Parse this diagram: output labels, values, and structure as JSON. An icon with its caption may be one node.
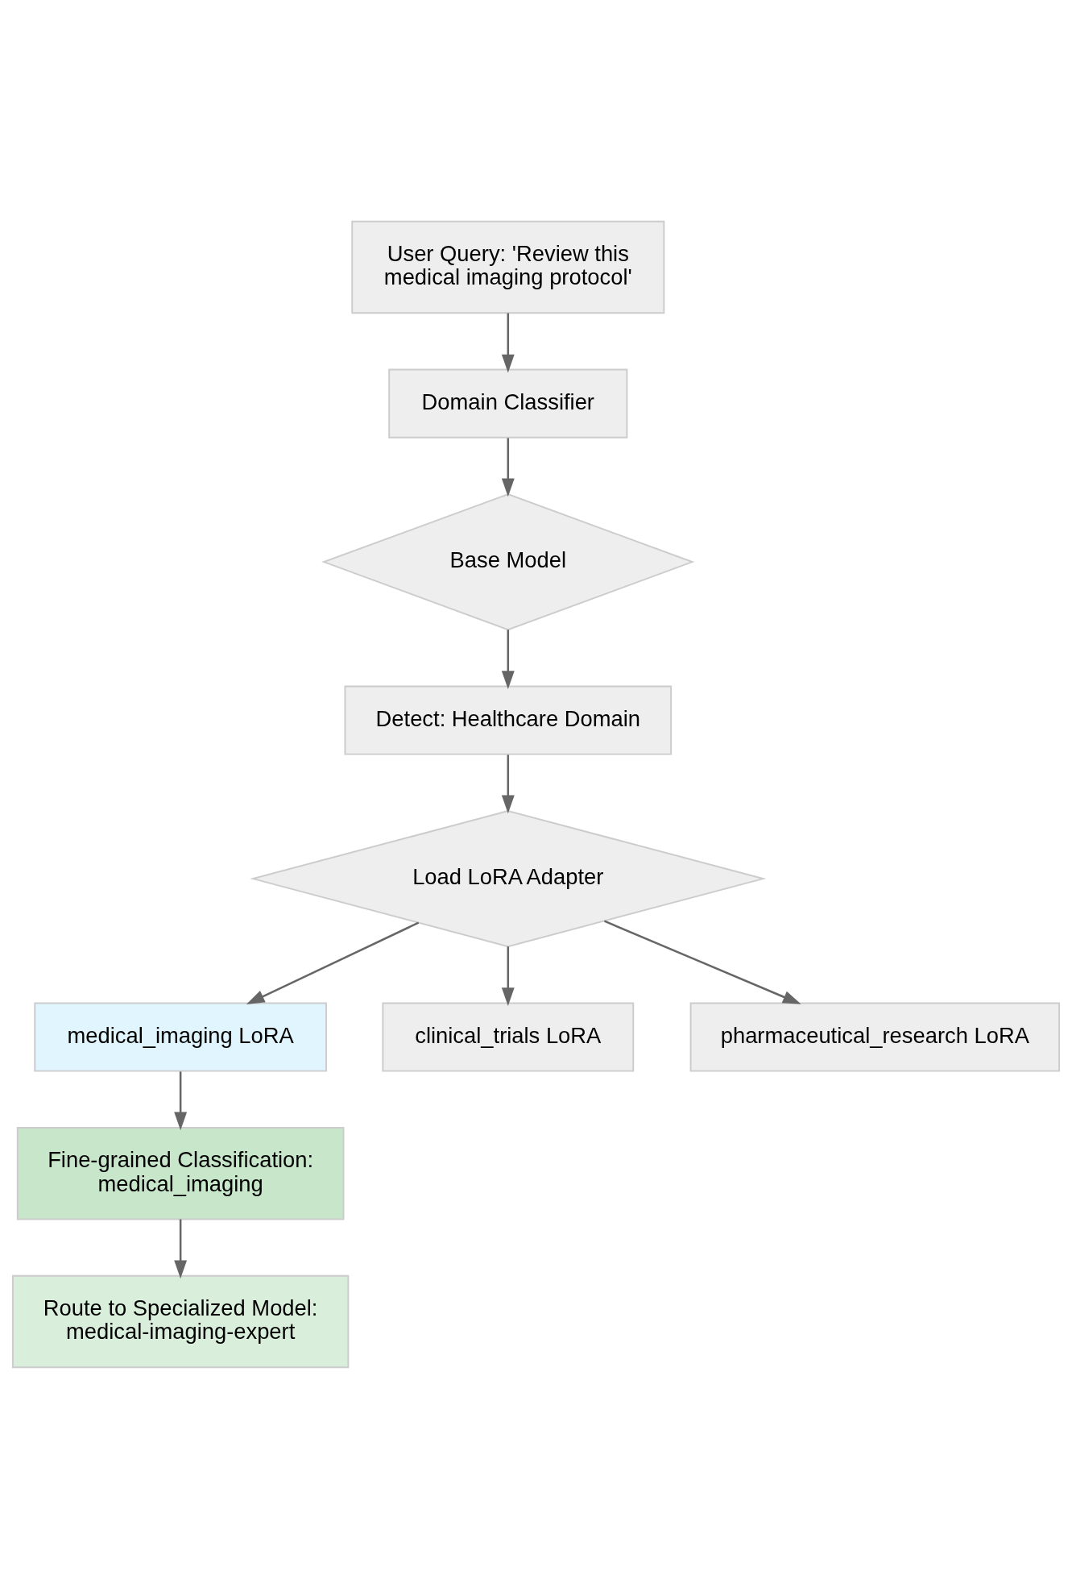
{
  "diagram": {
    "nodes": [
      {
        "text": [
          "User Query: 'Review this medical imaging protocol'"
        ]
      },
      {
        "text": [
          "Domain Classifier"
        ]
      },
      {
        "text": [
          "Base Model"
        ]
      },
      {
        "text": [
          "Detect: Healthcare Domain"
        ]
      },
      {
        "text": [
          "Load LoRA Adapter"
        ]
      },
      {
        "text": [
          "medical_imaging LoRA"
        ]
      },
      {
        "text": [
          "clinical_trials LoRA"
        ]
      },
      {
        "text": [
          "pharmaceutical_research LoRA"
        ]
      },
      {
        "text": [
          "Fine-grained Classification: medical_imaging"
        ]
      },
      {
        "text": [
          "Route to Specialized Model: medical-imaging-expert"
        ]
      }
    ],
    "edges": [
      {
        "from": 0,
        "to": 1,
        "arrow": "to"
      },
      {
        "from": 1,
        "to": 2,
        "arrow": "to"
      },
      {
        "from": 2,
        "to": 3,
        "arrow": "to"
      },
      {
        "from": 3,
        "to": 4,
        "arrow": "to"
      },
      {
        "from": 4,
        "to": 5,
        "arrow": "to"
      },
      {
        "from": 4,
        "to": 6,
        "arrow": "to"
      },
      {
        "from": 4,
        "to": 7,
        "arrow": "to"
      },
      {
        "from": 5,
        "to": 8,
        "arrow": "to"
      },
      {
        "from": 8,
        "to": 9,
        "arrow": "to"
      }
    ]
  }
}
